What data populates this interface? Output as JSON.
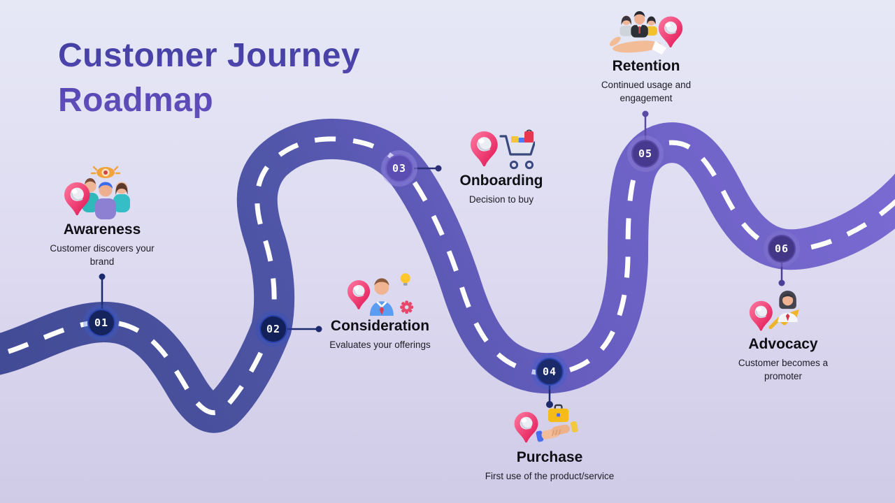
{
  "page_title": "Customer Journey Roadmap",
  "heading": {
    "line1": "Customer Journey",
    "line2": "Roadmap"
  },
  "stages": [
    {
      "number": "01",
      "name": "Awareness",
      "description": "Customer discovers your brand",
      "icon": "people-eye-pin-icon",
      "marker_color": "#16245e",
      "marker_rim": "#2d47b2",
      "marker_halo": "rgba(58,92,205,0.32)",
      "connector_color": "#1d2a6e"
    },
    {
      "number": "02",
      "name": "Consideration",
      "description": "Evaluates your offerings",
      "icon": "customer-idea-gear-pin-icon",
      "marker_color": "#13215a",
      "marker_rim": "#2a43ac",
      "marker_halo": "rgba(50,82,192,0.32)",
      "connector_color": "#1d2a6e"
    },
    {
      "number": "03",
      "name": "Onboarding",
      "description": "Decision to buy",
      "icon": "shopping-cart-pin-icon",
      "marker_color": "#5b4db2",
      "marker_rim": "#6f61c6",
      "marker_halo": "rgba(152,140,228,0.45)",
      "connector_color": "#2c3078"
    },
    {
      "number": "04",
      "name": "Purchase",
      "description": "First use of the product/service",
      "icon": "handshake-briefcase-pin-icon",
      "marker_color": "#1b2a6b",
      "marker_rim": "#2d47b2",
      "marker_halo": "rgba(58,92,205,0.32)",
      "connector_color": "#1d2a6e"
    },
    {
      "number": "05",
      "name": "Retention",
      "description": "Continued usage and engagement",
      "icon": "hand-holding-customers-pin-icon",
      "marker_color": "#473a8e",
      "marker_rim": "#5a4aa8",
      "marker_halo": "rgba(142,128,212,0.42)",
      "connector_color": "#584aa5"
    },
    {
      "number": "06",
      "name": "Advocacy",
      "description": "Customer becomes a promoter",
      "icon": "customer-growth-chart-pin-icon",
      "marker_color": "#443687",
      "marker_rim": "#5747a5",
      "marker_halo": "rgba(132,118,202,0.42)",
      "connector_color": "#4c3f97"
    }
  ],
  "colors": {
    "background_top": "#e6e8f6",
    "background_bottom": "#cfcbe7",
    "heading_gradient_top": "#3f3f9f",
    "heading_gradient_bottom": "#6450bd",
    "road_gradient": [
      "#3e4892",
      "#4a529f",
      "#5156a9",
      "#665dbf",
      "#7164c9",
      "#7e6ed6"
    ],
    "road_dash": "#ffffff",
    "stage_name_color": "#0f0f14",
    "stage_description_color": "#1c1c24",
    "marker_number_color": "#ffffff",
    "pin_pink": "#e8184f"
  }
}
